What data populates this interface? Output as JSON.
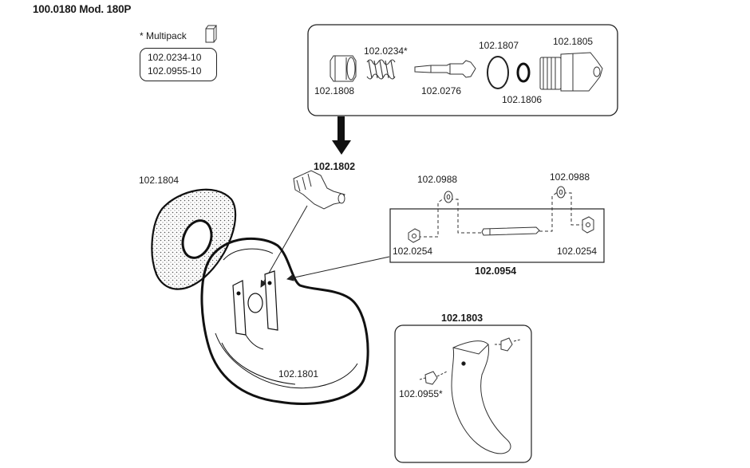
{
  "header": {
    "title": "100.0180 Mod. 180P"
  },
  "multipack": {
    "label": "* Multipack",
    "icon": "multipack-box-icon",
    "codes": [
      "102.0234-10",
      "102.0955-10"
    ]
  },
  "valve_kit": {
    "parts": {
      "housing": "102.1808",
      "spring": "102.0234*",
      "pin": "102.0276",
      "o_ring": "102.1807",
      "seal": "102.1806",
      "nozzle": "102.1805"
    }
  },
  "valve_assembly": {
    "code": "102.1802"
  },
  "disc": {
    "code": "102.1804"
  },
  "bowl": {
    "code": "102.1801"
  },
  "axle_kit": {
    "code": "102.0954",
    "parts": {
      "washer_left": "102.0988",
      "washer_right": "102.0988",
      "nut_left": "102.0254",
      "nut_right": "102.0254"
    }
  },
  "paddle_kit": {
    "code": "102.1803",
    "parts": {
      "stopper": "102.0955*"
    }
  }
}
